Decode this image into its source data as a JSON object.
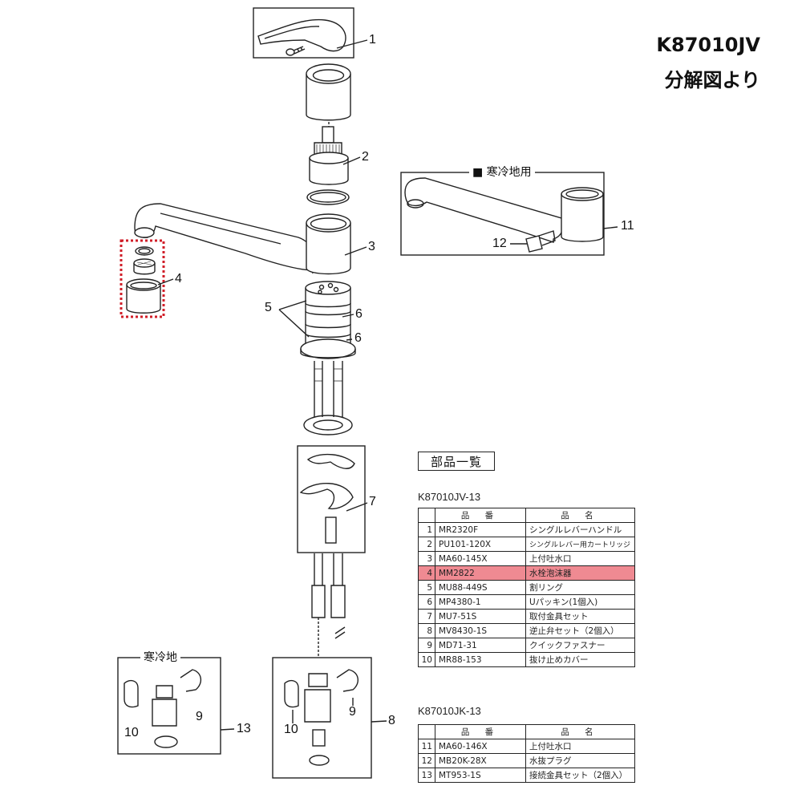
{
  "title": {
    "line1": "K87010JV",
    "line2": "分解図より"
  },
  "callouts": {
    "c1": "1",
    "c2": "2",
    "c3": "3",
    "c4": "4",
    "c5": "5",
    "c6a": "6",
    "c6b": "6",
    "c7": "7",
    "c8": "8",
    "c9a": "9",
    "c9b": "9",
    "c10a": "10",
    "c10b": "10",
    "c11": "11",
    "c12": "12",
    "c13": "13"
  },
  "inset_cold": {
    "caption": "■ 寒冷地用"
  },
  "inset_13": {
    "caption": "寒冷地"
  },
  "parts_list": {
    "heading": "部品一覧",
    "header_code": "品 番",
    "header_name": "品 名",
    "table1": {
      "model": "K87010JV-13",
      "rows": [
        {
          "no": "1",
          "code": "MR2320F",
          "name": "シングルレバーハンドル"
        },
        {
          "no": "2",
          "code": "PU101-120X",
          "name": "シングルレバー用カートリッジ"
        },
        {
          "no": "3",
          "code": "MA60-145X",
          "name": "上付吐水口"
        },
        {
          "no": "4",
          "code": "MM2822",
          "name": "水栓泡沫器",
          "highlight": true
        },
        {
          "no": "5",
          "code": "MU88-449S",
          "name": "割リング"
        },
        {
          "no": "6",
          "code": "MP4380-1",
          "name": "Uパッキン(1個入)"
        },
        {
          "no": "7",
          "code": "MU7-51S",
          "name": "取付金具セット"
        },
        {
          "no": "8",
          "code": "MV8430-1S",
          "name": "逆止弁セット（2個入）"
        },
        {
          "no": "9",
          "code": "MD71-31",
          "name": "クイックファスナー"
        },
        {
          "no": "10",
          "code": "MR88-153",
          "name": "抜け止めカバー"
        }
      ]
    },
    "table2": {
      "model": "K87010JK-13",
      "rows": [
        {
          "no": "11",
          "code": "MA60-146X",
          "name": "上付吐水口"
        },
        {
          "no": "12",
          "code": "MB20K-28X",
          "name": "水抜プラグ"
        },
        {
          "no": "13",
          "code": "MT953-1S",
          "name": "接続金具セット（2個入）"
        }
      ]
    }
  },
  "colors": {
    "line": "#222222",
    "highlight_row": "#ef8a92",
    "dotted_box": "#d01e28"
  }
}
